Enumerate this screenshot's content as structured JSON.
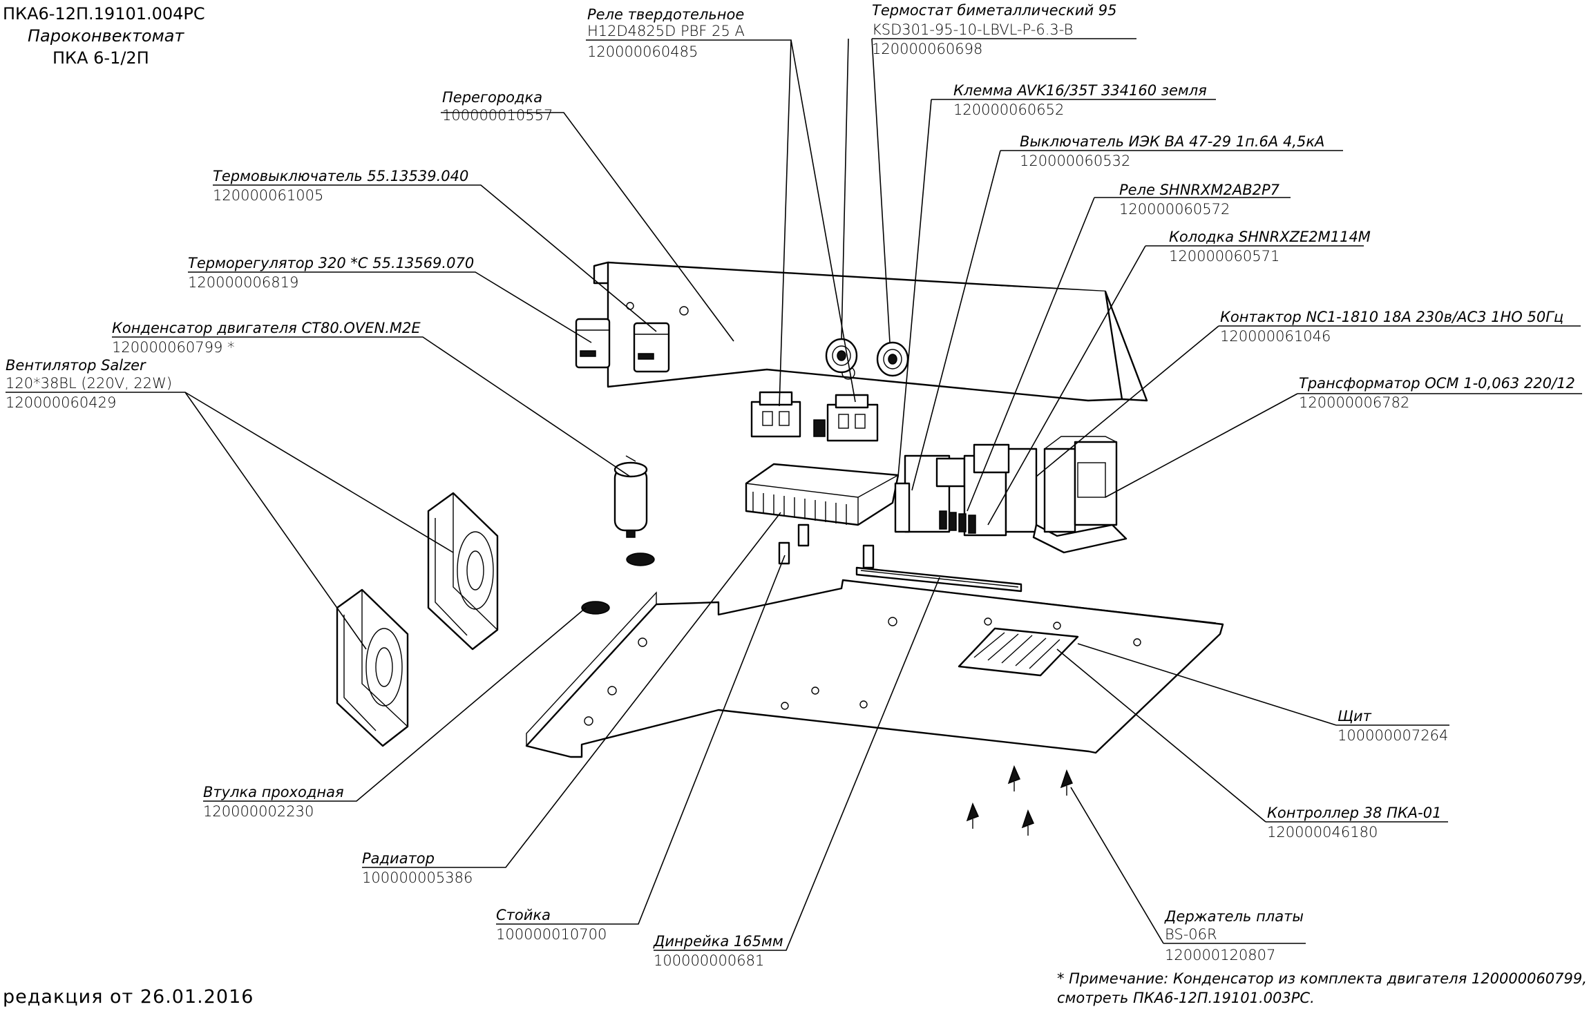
{
  "header": {
    "doc_number": "ПКА6-12П.19101.004РС",
    "product_name": "Пароконвектомат",
    "model": "ПКА 6-1/2П"
  },
  "revision": "редакция от 26.01.2016",
  "note": {
    "line1": "* Примечание: Конденсатор из комплекта двигателя 120000060799,",
    "line2": "смотреть ПКА6-12П.19101.003РС."
  },
  "callouts": [
    {
      "id": "rele-tverdotelnoe",
      "name_lines": [
        "Реле твердотельное",
        "H12D4825D PBF 25 A"
      ],
      "code": "120000060485"
    },
    {
      "id": "termostat",
      "name_lines": [
        "Термостат биметаллический 95",
        "KSD301-95-10-LBVL-P-6.3-B"
      ],
      "code": "120000060698"
    },
    {
      "id": "peregorodka",
      "name_lines": [
        "Перегородка"
      ],
      "code": "100000010557"
    },
    {
      "id": "klemma",
      "name_lines": [
        "Клемма AVK16/35T 334160 земля"
      ],
      "code": "120000060652"
    },
    {
      "id": "vykluchatel",
      "name_lines": [
        "Выключатель ИЭК ВА 47-29 1п.6А 4,5кА"
      ],
      "code": "120000060532"
    },
    {
      "id": "termovykluchatel",
      "name_lines": [
        "Термовыключатель 55.13539.040"
      ],
      "code": "120000061005"
    },
    {
      "id": "rele-shnr",
      "name_lines": [
        "Реле SHNRXM2AB2P7"
      ],
      "code": "120000060572"
    },
    {
      "id": "kolodka",
      "name_lines": [
        "Колодка SHNRXZE2M114M"
      ],
      "code": "120000060571"
    },
    {
      "id": "termoregulyator",
      "name_lines": [
        "Терморегулятор 320 *С 55.13569.070"
      ],
      "code": "120000006819"
    },
    {
      "id": "kontaktor",
      "name_lines": [
        "Контактор NC1-1810 18А 230в/АС3 1НО 50Гц"
      ],
      "code": "120000061046"
    },
    {
      "id": "kondensator",
      "name_lines": [
        "Конденсатор двигателя CT80.OVEN.M2E"
      ],
      "code": "120000060799 *"
    },
    {
      "id": "ventilyator",
      "name_lines": [
        "Вентилятор Salzer",
        "120*38BL (220V, 22W)"
      ],
      "code": "120000060429"
    },
    {
      "id": "transformator",
      "name_lines": [
        "Трансформатор ОСМ 1-0,063  220/12"
      ],
      "code": "120000006782"
    },
    {
      "id": "schit",
      "name_lines": [
        "Щит"
      ],
      "code": "100000007264"
    },
    {
      "id": "vtulka",
      "name_lines": [
        "Втулка проходная"
      ],
      "code": "120000002230"
    },
    {
      "id": "kontroller",
      "name_lines": [
        "Контроллер 38 ПКА-01"
      ],
      "code": "120000046180"
    },
    {
      "id": "radiator",
      "name_lines": [
        "Радиатор"
      ],
      "code": "100000005386"
    },
    {
      "id": "stoyka",
      "name_lines": [
        "Стойка"
      ],
      "code": "100000010700"
    },
    {
      "id": "dinreyka",
      "name_lines": [
        "Динрейка 165мм"
      ],
      "code": "100000000681"
    },
    {
      "id": "derzhatel",
      "name_lines": [
        "Держатель платы",
        "BS-06R"
      ],
      "code": "120000120807"
    }
  ]
}
